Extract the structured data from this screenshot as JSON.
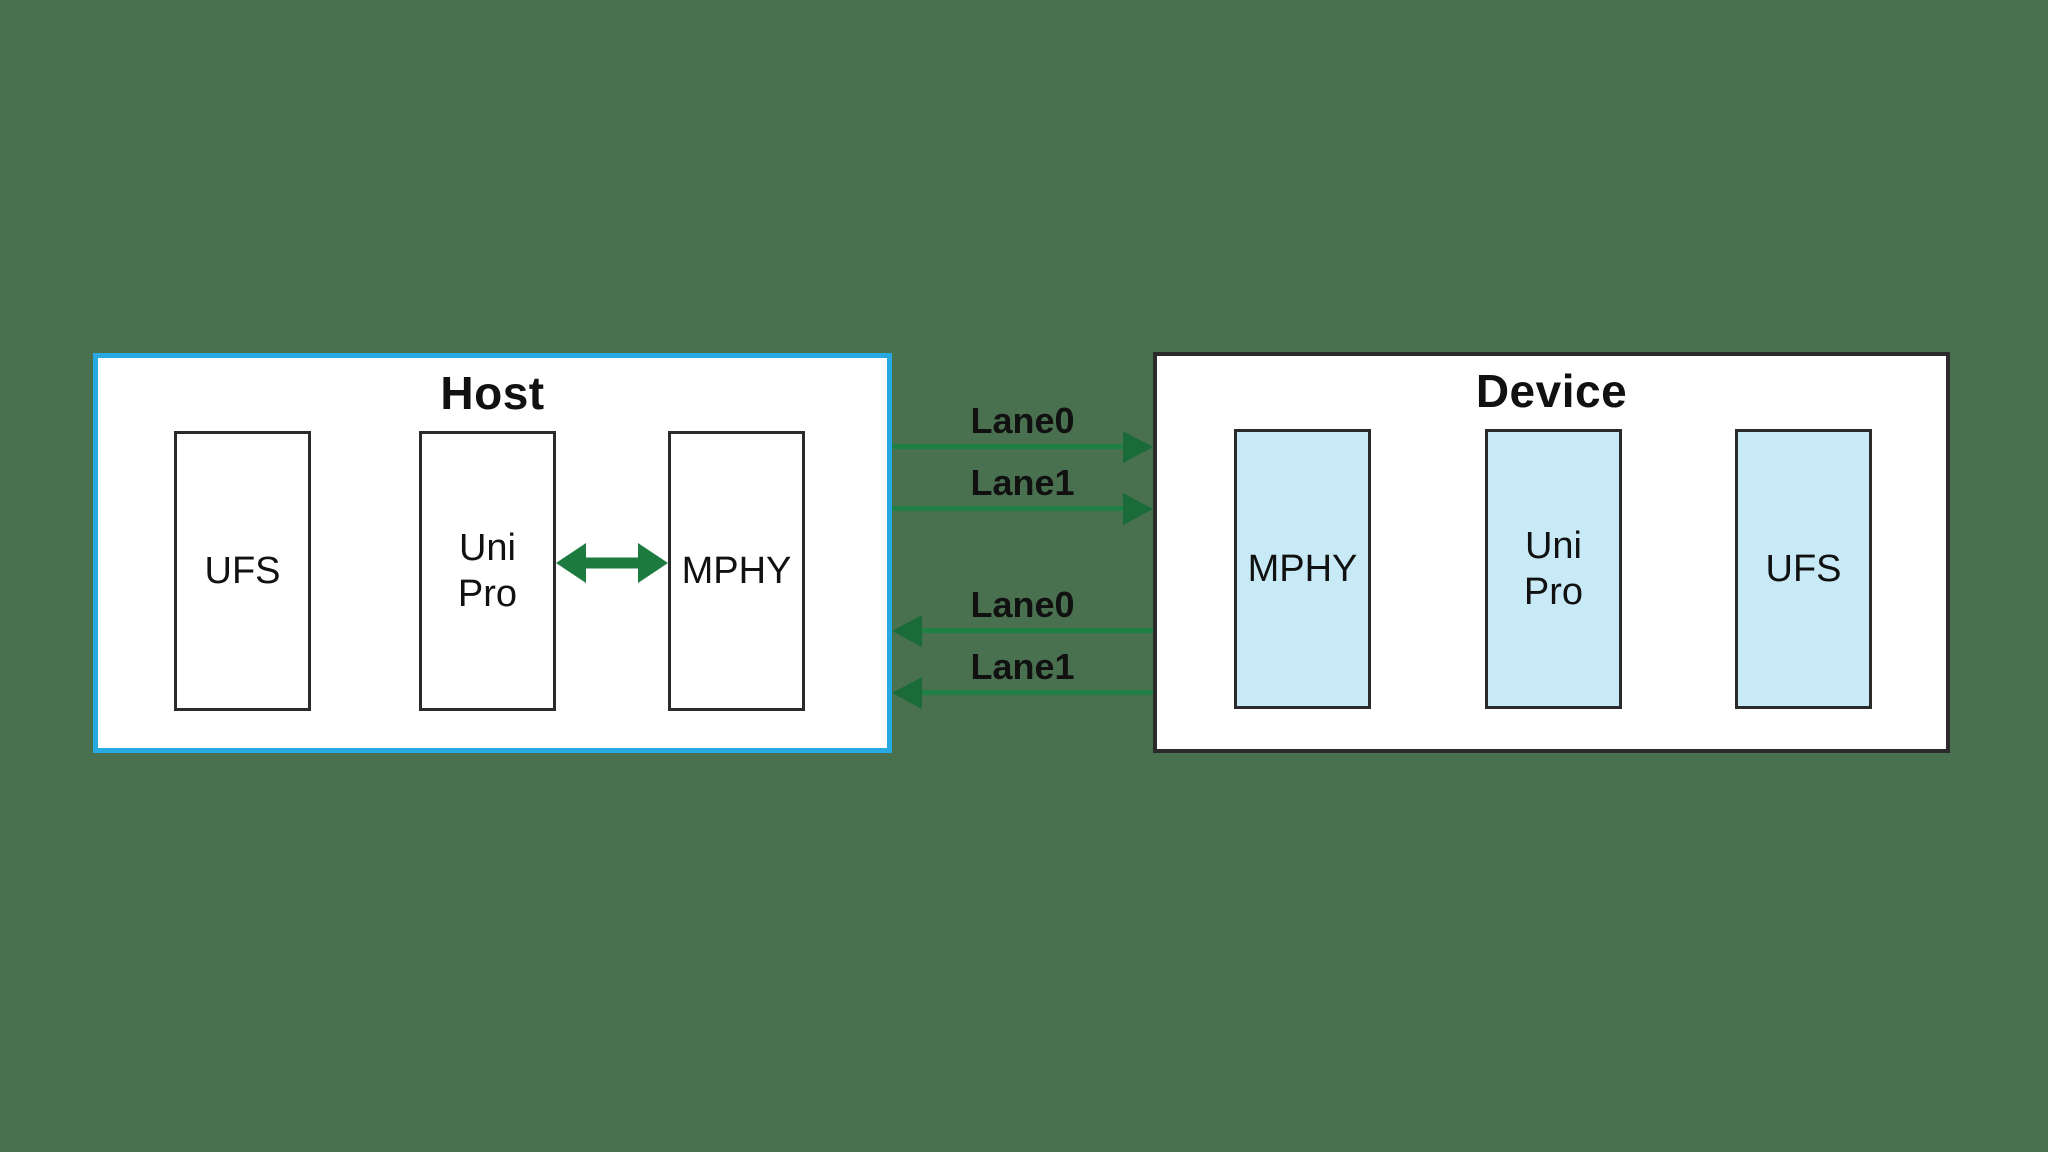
{
  "colors": {
    "background": "#49714F",
    "panel_fill": "#FFFFFF",
    "host_border": "#29A9E1",
    "device_border": "#2B2B2B",
    "block_border": "#2B2B2B",
    "host_block_fill": "#FFFFFF",
    "device_block_fill": "#C8EAF6",
    "arrow_line": "#1E8044",
    "arrow_head": "#1A6B38",
    "double_arrow": "#1E7B40",
    "text": "#111111"
  },
  "host": {
    "title": "Host",
    "blocks": [
      {
        "label": "UFS"
      },
      {
        "label": "Uni Pro"
      },
      {
        "label": "MPHY"
      }
    ],
    "internal_link": {
      "from": "Uni Pro",
      "to": "MPHY",
      "type": "bidirectional-arrow"
    }
  },
  "device": {
    "title": "Device",
    "blocks": [
      {
        "label": "MPHY"
      },
      {
        "label": "Uni Pro"
      },
      {
        "label": "UFS"
      }
    ]
  },
  "lanes": {
    "host_to_device": {
      "direction": "right",
      "labels": [
        "Lane0",
        "Lane1"
      ]
    },
    "device_to_host": {
      "direction": "left",
      "labels": [
        "Lane0",
        "Lane1"
      ]
    }
  }
}
